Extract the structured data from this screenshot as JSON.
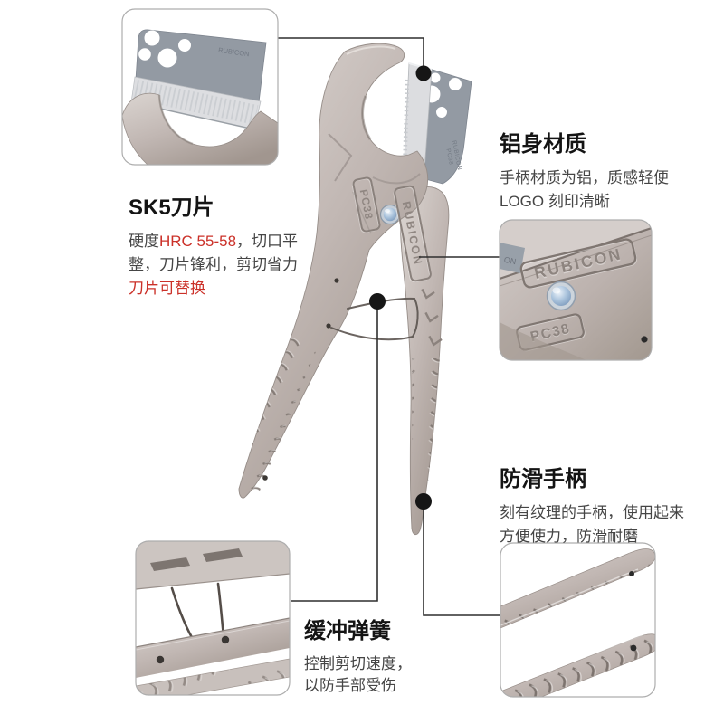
{
  "page": {
    "background": "#ffffff"
  },
  "product": {
    "brand": "RUBICON",
    "model": "PC38",
    "plate_fragment": "ON"
  },
  "callouts": {
    "blade": {
      "title": "SK5刀片",
      "body_prefix": "硬度",
      "body_highlight": "HRC 55-58",
      "body_rest": "，切口平整，刀片锋利，剪切省力",
      "note": "刀片可替换"
    },
    "aluminum": {
      "title": "铝身材质",
      "lines": [
        "手柄材质为铝，质感轻便",
        "LOGO 刻印清晰"
      ]
    },
    "grip": {
      "title": "防滑手柄",
      "lines": [
        "刻有纹理的手柄，使用起来",
        "方便使力，防滑耐磨"
      ]
    },
    "spring": {
      "title": "缓冲弹簧",
      "lines": [
        "控制剪切速度，",
        "以防手部受伤"
      ]
    }
  },
  "colors": {
    "accent_red": "#cb3129",
    "title_text": "#141414",
    "body_text": "#454545",
    "connector_line": "#2f2f2f",
    "box_border": "#adadad",
    "metal_light": "#d9d3cf",
    "metal_dark": "#a1968f",
    "blade_gray": "#dcdde0",
    "plate_gray": "#939aa3",
    "rivet_blue": "#abc4dd"
  }
}
